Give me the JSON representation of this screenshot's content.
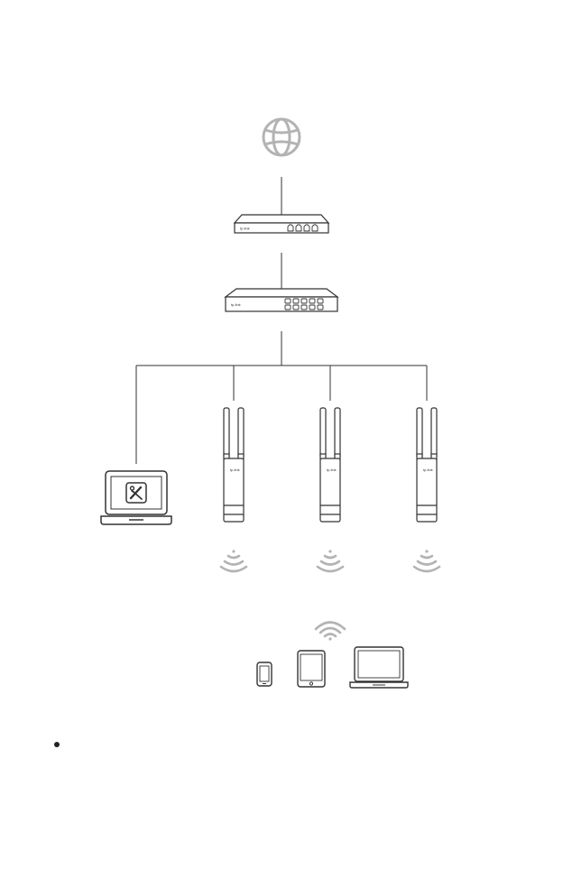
{
  "diagram": {
    "router": {
      "brand": "tp-link",
      "ports": 4
    },
    "switch": {
      "brand": "tp-link",
      "ports": 10
    },
    "access_points": [
      {
        "brand": "tp-link"
      },
      {
        "brand": "tp-link"
      },
      {
        "brand": "tp-link"
      }
    ],
    "management": {
      "device": "laptop",
      "icon": "tools-icon"
    },
    "clients": [
      {
        "device": "phone",
        "icon": "phone-icon"
      },
      {
        "device": "tablet",
        "icon": "tablet-icon"
      },
      {
        "device": "laptop",
        "icon": "laptop-icon"
      }
    ],
    "icons": [
      "globe-icon",
      "router-icon",
      "switch-icon",
      "access-point-icon",
      "wifi-icon"
    ],
    "colors": {
      "line": "#333333",
      "icon_gray": "#b3b3b3",
      "device_fill": "#ffffff"
    }
  }
}
